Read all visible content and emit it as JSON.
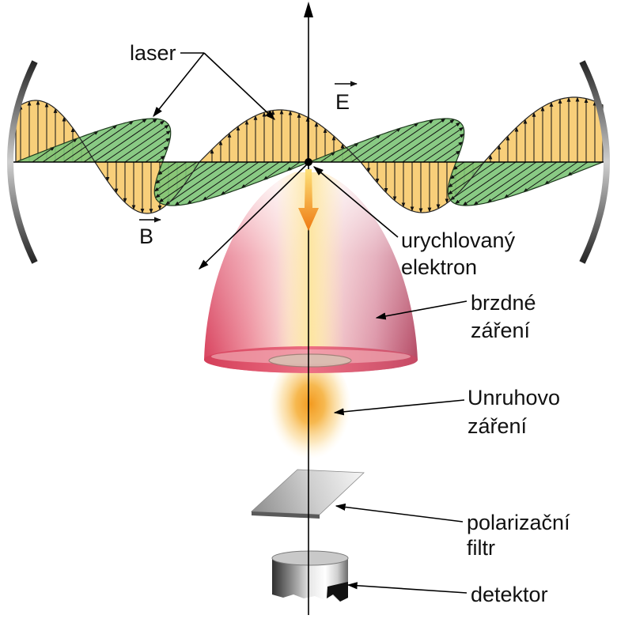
{
  "labels": {
    "laser": "laser",
    "e_field": "E",
    "b_field": "B",
    "electron": [
      "urychlovaný",
      "elektron"
    ],
    "bremsstrahlung": [
      "brzdné",
      "záření"
    ],
    "unruh": [
      "Unruhovo",
      "záření"
    ],
    "filter": [
      "polarizační",
      "filtr"
    ],
    "detector": "detektor"
  },
  "colors": {
    "e_field_wave": "#f8cf7a",
    "b_field_wave": "#7cc477",
    "bremsstrahlung_cone": "#d8405c",
    "unruh_glow": "#f39a1f"
  }
}
